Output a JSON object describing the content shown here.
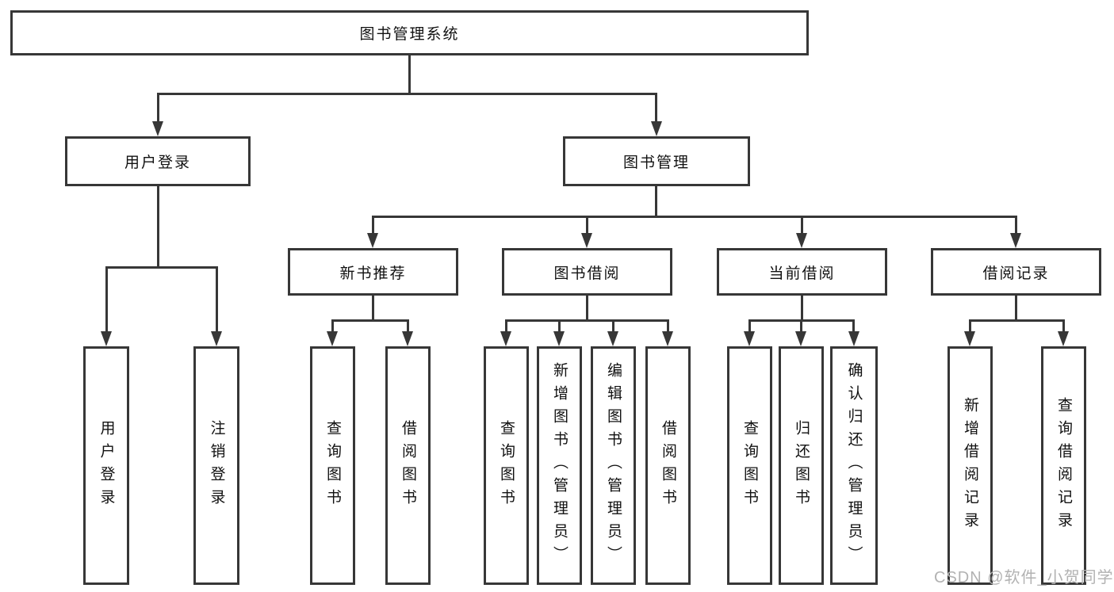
{
  "diagram_title": "图书管理系统",
  "watermark": "CSDN @软件_小贺同学",
  "colors": {
    "line": "#373737",
    "text": "#111111",
    "watermark": "#b2b2b2",
    "background": "#ffffff"
  },
  "nodes": {
    "root": "图书管理系统",
    "level2": [
      "用户登录",
      "图书管理"
    ],
    "level3": [
      "新书推荐",
      "图书借阅",
      "当前借阅",
      "借阅记录"
    ],
    "leaves_user": [
      "用户登录",
      "注销登录"
    ],
    "leaves_newbook": [
      "查询图书",
      "借阅图书"
    ],
    "leaves_borrow": [
      "查询图书",
      "新增图书（管理员）",
      "编辑图书（管理员）",
      "借阅图书"
    ],
    "leaves_current": [
      "查询图书",
      "归还图书",
      "确认归还（管理员）"
    ],
    "leaves_record": [
      "新增借阅记录",
      "查询借阅记录"
    ]
  }
}
